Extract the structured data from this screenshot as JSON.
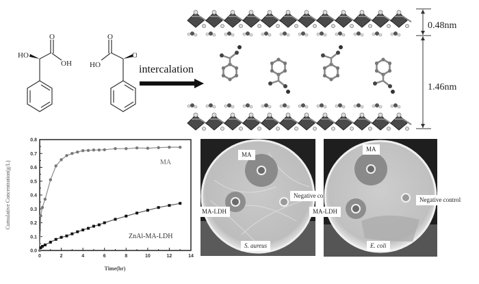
{
  "top_panel": {
    "molecule_labels": {
      "left": {
        "o_top": "O",
        "ho": "HO",
        "oh": "OH"
      },
      "right": {
        "o_top": "O",
        "ho": "HO",
        "oh": "OH"
      }
    },
    "reaction_label": "intercalation",
    "dimensions": {
      "layer_thickness": "0.48nm",
      "basal_spacing": "1.46nm"
    }
  },
  "dishes": [
    {
      "organism": "S. aureus",
      "labels": {
        "top": "MA",
        "left": "MA-LDH",
        "right": "Negative control"
      }
    },
    {
      "organism": "E. coli",
      "labels": {
        "top": "MA",
        "left": "MA-LDH",
        "right": "Negative control"
      }
    }
  ],
  "chart_data": {
    "type": "line",
    "title": "",
    "xlabel": "Time(hr)",
    "ylabel": "Cumulative Concentration(g/L)",
    "xlim": [
      0,
      14
    ],
    "ylim": [
      0,
      0.8
    ],
    "xticks": [
      0,
      2,
      4,
      6,
      8,
      10,
      12,
      14
    ],
    "yticks": [
      0.0,
      0.1,
      0.2,
      0.3,
      0.4,
      0.5,
      0.6,
      0.7,
      0.8
    ],
    "ytick_labels": [
      "0.0",
      "0.1",
      "0.2",
      "0.3",
      "0.4",
      "0.5",
      "0.6",
      "0.7",
      "0.8"
    ],
    "grid": false,
    "legend": "inline-annotations",
    "series": [
      {
        "name": "MA",
        "color": "#777777",
        "label_position": "top-right",
        "x": [
          0,
          0.1,
          0.25,
          0.5,
          1,
          1.5,
          2,
          2.5,
          3,
          3.5,
          4,
          4.5,
          5,
          5.5,
          6,
          7,
          8,
          9,
          10,
          11,
          12,
          13
        ],
        "y": [
          0.0,
          0.25,
          0.31,
          0.37,
          0.51,
          0.61,
          0.655,
          0.685,
          0.7,
          0.71,
          0.72,
          0.722,
          0.725,
          0.725,
          0.727,
          0.735,
          0.735,
          0.74,
          0.738,
          0.742,
          0.745,
          0.745
        ]
      },
      {
        "name": "ZnAl-MA-LDH",
        "color": "#111111",
        "label_position": "bottom-right",
        "x": [
          0.1,
          0.25,
          0.5,
          1,
          1.5,
          2,
          2.5,
          3,
          3.5,
          4,
          4.5,
          5,
          5.5,
          6,
          7,
          8,
          9,
          10,
          11,
          12,
          13
        ],
        "y": [
          0.02,
          0.03,
          0.04,
          0.06,
          0.08,
          0.095,
          0.105,
          0.12,
          0.135,
          0.148,
          0.16,
          0.175,
          0.185,
          0.2,
          0.225,
          0.248,
          0.27,
          0.29,
          0.31,
          0.325,
          0.34
        ]
      }
    ]
  }
}
